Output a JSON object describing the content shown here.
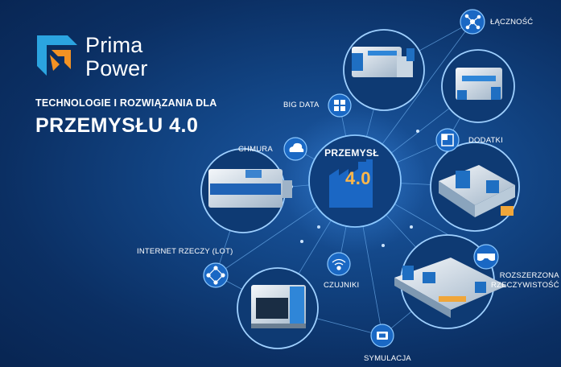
{
  "brand": {
    "name_line1": "Prima",
    "name_line2": "Power"
  },
  "heading": {
    "line1": "TECHNOLOGIE I ROZWIĄZANIA DLA",
    "line2": "PRZEMYSŁU 4.0"
  },
  "hub": {
    "label": "PRZEMYSŁ",
    "number": "4.0"
  },
  "nodes": [
    {
      "id": "connectivity",
      "label": "ŁĄCZNOŚĆ",
      "icon": "network-icon"
    },
    {
      "id": "big-data",
      "label": "BIG DATA",
      "icon": "data-icon"
    },
    {
      "id": "cloud",
      "label": "CHMURA",
      "icon": "cloud-icon"
    },
    {
      "id": "addons",
      "label": "DODATKI",
      "icon": "addon-icon"
    },
    {
      "id": "iot",
      "label": "INTERNET RZECZY (LOT)",
      "icon": "iot-icon"
    },
    {
      "id": "sensors",
      "label": "CZUJNIKI",
      "icon": "sensor-icon"
    },
    {
      "id": "ar",
      "label_line1": "ROZSZERZONA",
      "label_line2": "RZECZYWISTOŚĆ",
      "icon": "vr-glasses-icon"
    },
    {
      "id": "simulation",
      "label": "SYMULACJA",
      "icon": "chip-icon"
    }
  ],
  "colors": {
    "accent_orange": "#f39223",
    "accent_blue": "#2ba4e0",
    "hub_number": "#ffb74a"
  }
}
